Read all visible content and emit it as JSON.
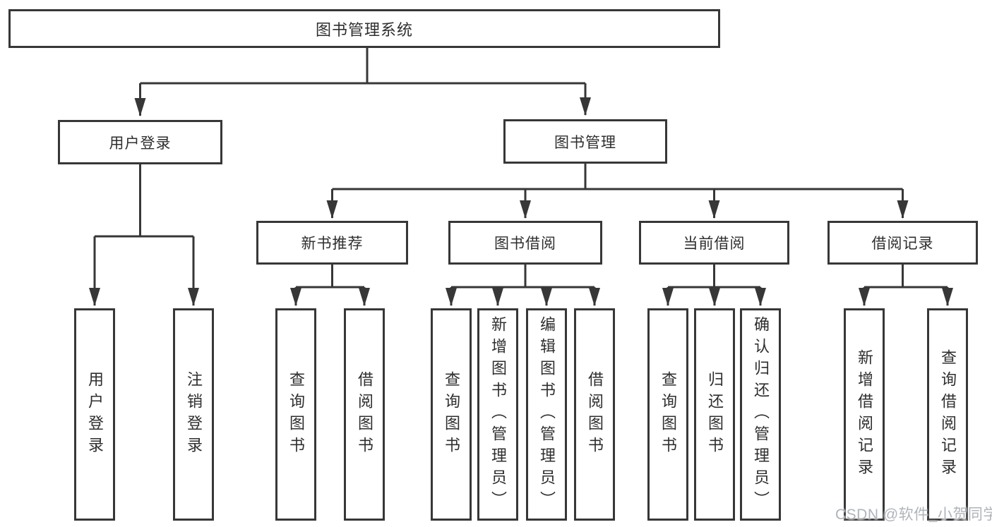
{
  "watermark": "CSDN @软件_小贺同学",
  "colors": {
    "line": "#373737",
    "text": "#2e2e2e",
    "watermark_gray": "#afb4ba",
    "background": "#ffffff"
  },
  "tree": {
    "root": {
      "label": "图书管理系统",
      "children": [
        {
          "label": "用户登录",
          "children": [
            {
              "label": "用户登录"
            },
            {
              "label": "注销登录"
            }
          ]
        },
        {
          "label": "图书管理",
          "children": [
            {
              "label": "新书推荐",
              "children": [
                {
                  "label": "查询图书"
                },
                {
                  "label": "借阅图书"
                }
              ]
            },
            {
              "label": "图书借阅",
              "children": [
                {
                  "label": "查询图书"
                },
                {
                  "label": "新增图书（管理员）"
                },
                {
                  "label": "编辑图书（管理员）"
                },
                {
                  "label": "借阅图书"
                }
              ]
            },
            {
              "label": "当前借阅",
              "children": [
                {
                  "label": "查询图书"
                },
                {
                  "label": "归还图书"
                },
                {
                  "label": "确认归还（管理员）"
                }
              ]
            },
            {
              "label": "借阅记录",
              "children": [
                {
                  "label": "新增借阅记录"
                },
                {
                  "label": "查询借阅记录"
                }
              ]
            }
          ]
        }
      ]
    }
  }
}
